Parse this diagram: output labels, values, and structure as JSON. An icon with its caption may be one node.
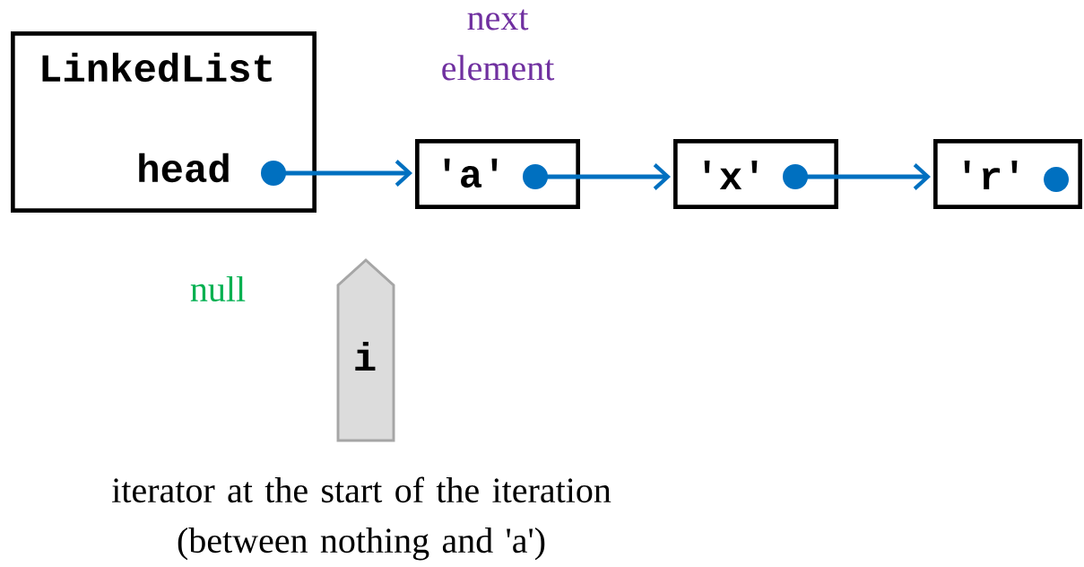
{
  "diagram": {
    "nodes": [
      {
        "text": [
          "LinkedList",
          "head"
        ]
      },
      {
        "text": [
          "'a'"
        ]
      },
      {
        "text": [
          "'x'"
        ]
      },
      {
        "text": [
          "'r'"
        ]
      },
      {
        "text": [
          "i"
        ],
        "beside": [
          "iterator at the start of the iteration (between nothing and 'a')"
        ]
      }
    ],
    "edges": [
      {
        "from": 0,
        "to": 1,
        "arrow": "to"
      },
      {
        "from": 1,
        "to": 2,
        "arrow": "to"
      },
      {
        "from": 2,
        "to": 3,
        "arrow": "to"
      }
    ],
    "labels": [
      "next element",
      "null"
    ]
  }
}
